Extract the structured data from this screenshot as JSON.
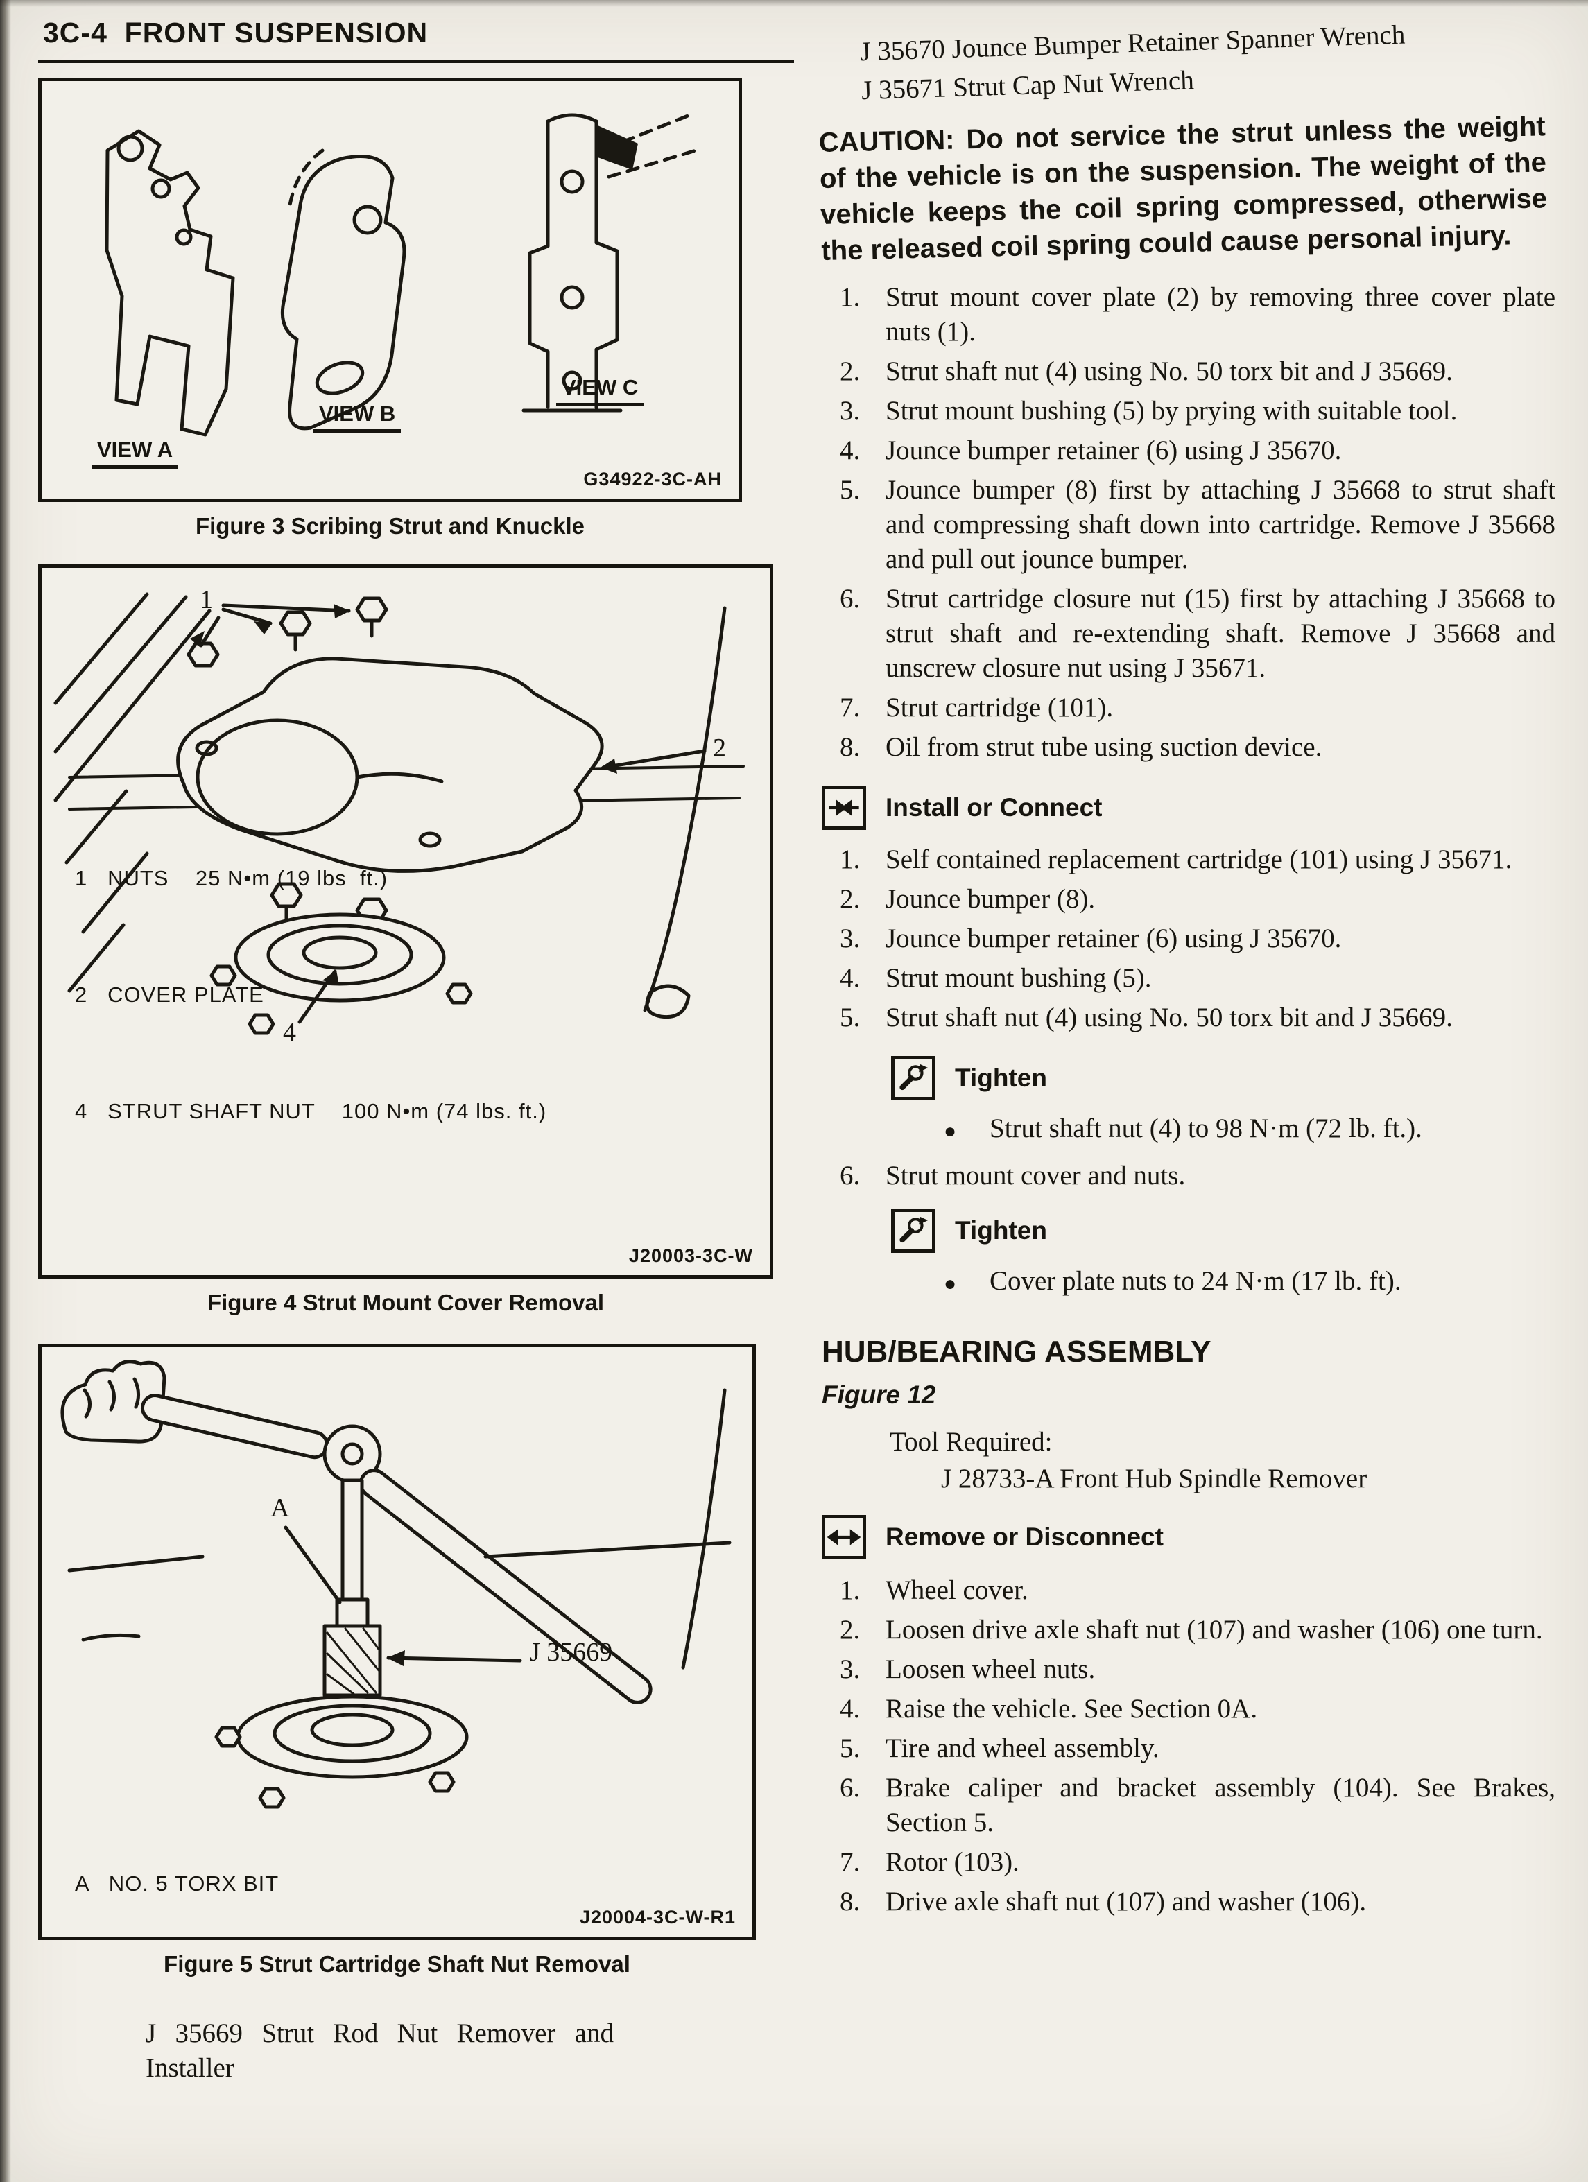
{
  "page": {
    "header": "3C-4  FRONT SUSPENSION"
  },
  "left": {
    "figure3": {
      "view_a": "VIEW A",
      "view_b": "VIEW B",
      "view_c": "VIEW C",
      "code": "G34922-3C-AH",
      "caption": "Figure 3 Scribing Strut and Knuckle"
    },
    "figure4": {
      "callout_1": "1",
      "callout_2": "2",
      "callout_4": "4",
      "legend": [
        "1   NUTS    25 N•m (19 lbs  ft.)",
        "2   COVER PLATE",
        "4   STRUT SHAFT NUT    100 N•m (74 lbs. ft.)"
      ],
      "code": "J20003-3C-W",
      "caption": "Figure 4 Strut Mount Cover Removal"
    },
    "figure5": {
      "callout_a": "A",
      "tool_label": "J 35669",
      "legend": "A   NO. 5 TORX BIT",
      "code": "J20004-3C-W-R1",
      "caption": "Figure 5 Strut Cartridge Shaft Nut Removal"
    },
    "tool_note": "J 35669 Strut Rod Nut Remover and Installer"
  },
  "right": {
    "tools": [
      "J 35670 Jounce Bumper Retainer Spanner Wrench",
      "J 35671 Strut Cap Nut Wrench"
    ],
    "caution": "CAUTION: Do not service the strut unless the weight of the vehicle is on the suspension. The weight of the vehicle keeps the coil spring compressed, otherwise the released coil spring could cause personal injury.",
    "remove_steps": [
      {
        "n": "1.",
        "t": "Strut mount cover plate (2) by removing three cover plate nuts (1)."
      },
      {
        "n": "2.",
        "t": "Strut shaft nut (4) using No. 50 torx bit and J 35669."
      },
      {
        "n": "3.",
        "t": "Strut mount bushing (5) by prying with suitable tool."
      },
      {
        "n": "4.",
        "t": "Jounce bumper retainer (6) using J 35670."
      },
      {
        "n": "5.",
        "t": "Jounce bumper (8) first by attaching J 35668 to strut shaft and compressing shaft down into cartridge. Remove J 35668 and pull out jounce bumper."
      },
      {
        "n": "6.",
        "t": "Strut cartridge closure nut (15) first by attaching J 35668 to strut shaft and re-extending shaft. Remove J 35668 and unscrew closure nut using J 35671."
      },
      {
        "n": "7.",
        "t": "Strut cartridge (101)."
      },
      {
        "n": "8.",
        "t": "Oil from strut tube using suction device."
      }
    ],
    "install_heading": "Install or Connect",
    "install_steps": [
      {
        "n": "1.",
        "t": "Self contained replacement cartridge (101) using J 35671."
      },
      {
        "n": "2.",
        "t": "Jounce bumper (8)."
      },
      {
        "n": "3.",
        "t": "Jounce bumper retainer (6) using J 35670."
      },
      {
        "n": "4.",
        "t": "Strut mount bushing (5)."
      },
      {
        "n": "5.",
        "t": "Strut shaft nut (4) using No. 50 torx bit and J 35669."
      }
    ],
    "tighten1": {
      "heading": "Tighten",
      "bullet": "●",
      "text": "Strut shaft nut (4) to 98 N·m (72 lb. ft.)."
    },
    "step6": {
      "n": "6.",
      "t": "Strut mount cover and nuts."
    },
    "tighten2": {
      "heading": "Tighten",
      "bullet": "●",
      "text": "Cover plate nuts to 24 N·m (17 lb. ft)."
    },
    "hub": {
      "heading": "HUB/BEARING ASSEMBLY",
      "figure_ref": "Figure 12",
      "tool_required_label": "Tool Required:",
      "tool_required": "J 28733-A Front Hub Spindle Remover",
      "remove_heading": "Remove or Disconnect",
      "steps": [
        {
          "n": "1.",
          "t": "Wheel cover."
        },
        {
          "n": "2.",
          "t": "Loosen drive axle shaft nut (107) and washer (106) one turn."
        },
        {
          "n": "3.",
          "t": "Loosen wheel nuts."
        },
        {
          "n": "4.",
          "t": "Raise the vehicle. See Section 0A."
        },
        {
          "n": "5.",
          "t": "Tire and wheel assembly."
        },
        {
          "n": "6.",
          "t": "Brake caliper and bracket assembly (104). See Brakes, Section 5."
        },
        {
          "n": "7.",
          "t": "Rotor (103)."
        },
        {
          "n": "8.",
          "t": "Drive axle shaft nut (107) and washer (106)."
        }
      ]
    }
  }
}
